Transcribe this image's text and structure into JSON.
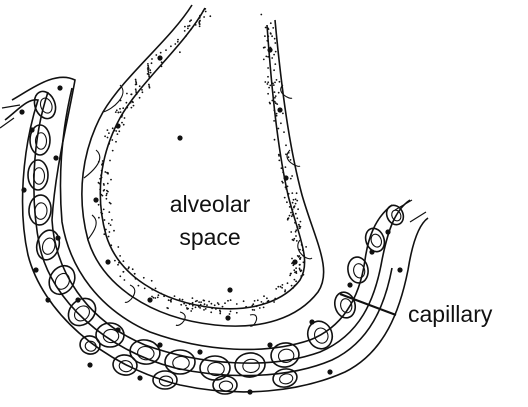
{
  "labels": {
    "alveolar_line1": "alveolar",
    "alveolar_line2": "space",
    "capillary": "capillary"
  },
  "colors": {
    "ink": "#111111",
    "background": "#ffffff"
  }
}
